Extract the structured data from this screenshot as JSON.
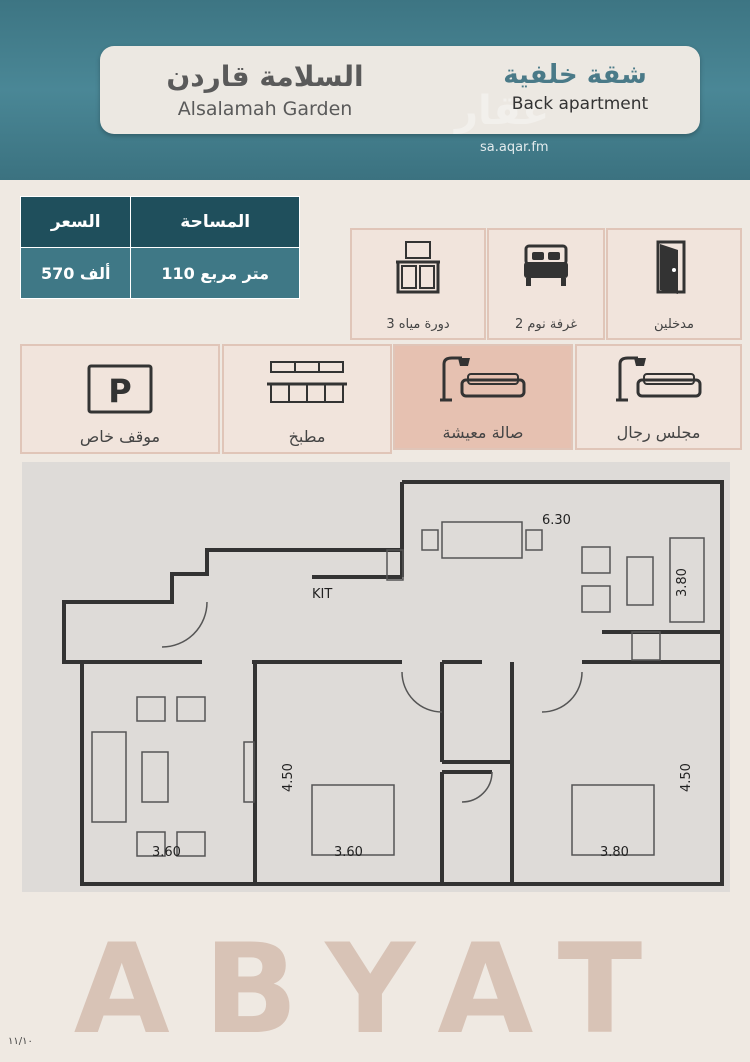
{
  "header": {
    "project_ar": "السلامة قاردن",
    "project_en": "Alsalamah Garden",
    "type_ar": "شقة خلفية",
    "type_en": "Back apartment",
    "watermark": "sa.aqar.fm",
    "watermark_logo": "عقار"
  },
  "price_table": {
    "area_label": "المساحة",
    "price_label": "السعر",
    "area_value": "110 متر مربع",
    "price_value": "570 ألف"
  },
  "features_row1": [
    {
      "icon": "door-icon",
      "label": "مدخلين"
    },
    {
      "icon": "bed-icon",
      "label": "2  غرفة نوم"
    },
    {
      "icon": "bathroom-sink-icon",
      "label": "3  دورة مياه"
    }
  ],
  "features_row2": [
    {
      "icon": "sofa-lamp-icon",
      "label": "مجلس رجال"
    },
    {
      "icon": "sofa-lamp-icon",
      "label": "صالة معيشة"
    },
    {
      "icon": "kitchen-icon",
      "label": "مطبخ"
    },
    {
      "icon": "parking-icon",
      "label": "موقف خاص"
    }
  ],
  "floor_plan": {
    "kit_label": "KIT",
    "dims": [
      "6.30",
      "3.80",
      "4.50",
      "4.50",
      "3.60",
      "3.60",
      "3.80"
    ]
  },
  "footer": {
    "brand": "ABYAT",
    "date": "١١/١٠"
  },
  "colors": {
    "teal_dark": "#1f4f5c",
    "teal": "#3f7886",
    "salmon": "#e6c1b1"
  }
}
